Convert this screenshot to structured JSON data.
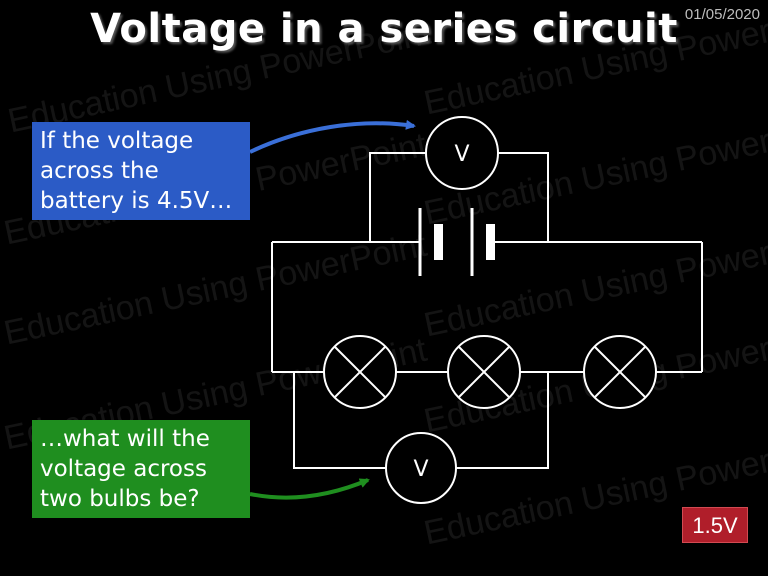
{
  "slide": {
    "title": "Voltage in a series circuit",
    "date": "01/05/2020",
    "watermark": "Education Using PowerPoint"
  },
  "callouts": {
    "battery_text": "If the voltage\nacross the\nbattery is 4.5V…",
    "bulbs_text": "…what will the\nvoltage across\ntwo bulbs be?"
  },
  "meters": {
    "top_label": "V",
    "bottom_label": "V"
  },
  "answer": {
    "value": "1.5V"
  },
  "colors": {
    "background": "#000000",
    "wire": "#ffffff",
    "callout_blue": "#2b5bc6",
    "callout_green": "#1f8e1f",
    "arrow_blue": "#3a6fd8",
    "arrow_green": "#1f8e1f",
    "answer_red": "#b01e2a"
  }
}
